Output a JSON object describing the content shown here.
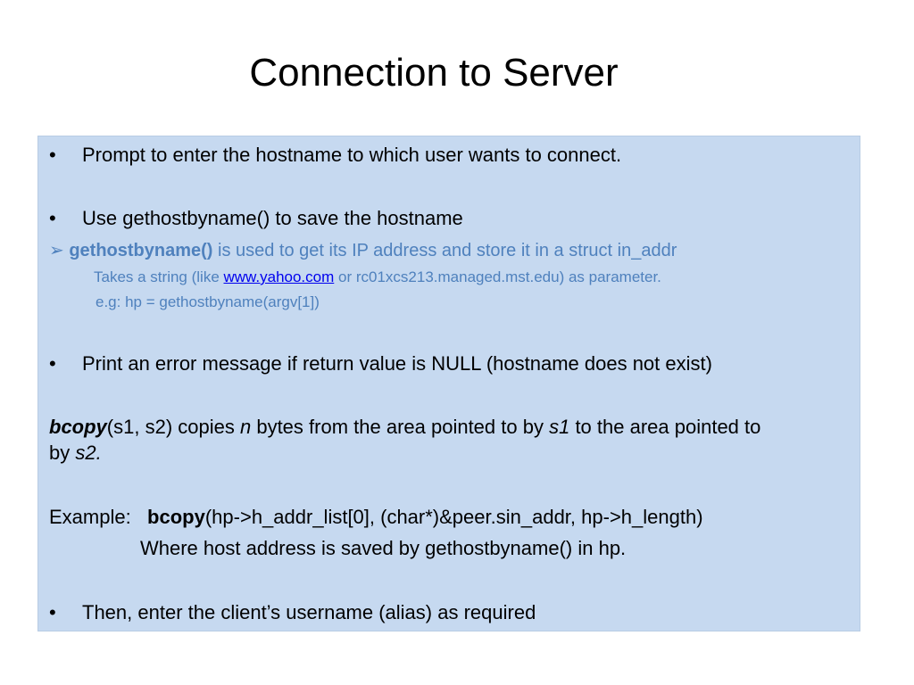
{
  "title": "Connection to Server",
  "bullets": {
    "b1": "Prompt to enter the hostname to which user wants to connect.",
    "b2": "Use gethostbyname() to save the hostname",
    "b4": "Print an error message if return value is NULL (hostname does not exist)",
    "b5": "Then, enter the client’s username (alias) as required"
  },
  "subpoint": {
    "marker": "➢",
    "func": "gethostbyname()",
    "rest": " is used to get its IP address and store it in a struct in_addr",
    "line2_pre": "Takes a string (like ",
    "line2_link": "www.yahoo.com",
    "line2_post": " or rc01xcs213.managed.mst.edu) as parameter.",
    "line3": "e.g: hp = gethostbyname(argv[1])"
  },
  "bcopy_desc": {
    "func": "bcopy",
    "p1": "(s1, s2) copies ",
    "n": "n",
    "p2": " bytes from the area pointed to by ",
    "s1": "s1",
    "p3": " to the area pointed to",
    "line2_pre": "by ",
    "s2": "s2."
  },
  "example": {
    "label": "Example:   ",
    "func": "bcopy",
    "args": "(hp->h_addr_list[0], (char*)&peer.sin_addr, hp->h_length)",
    "where": "Where host address is saved by gethostbyname() in hp."
  },
  "bullet_char": "•",
  "colors": {
    "box_bg": "#c6d9f0",
    "accent_blue": "#4f81bd",
    "link": "#0000ee"
  }
}
